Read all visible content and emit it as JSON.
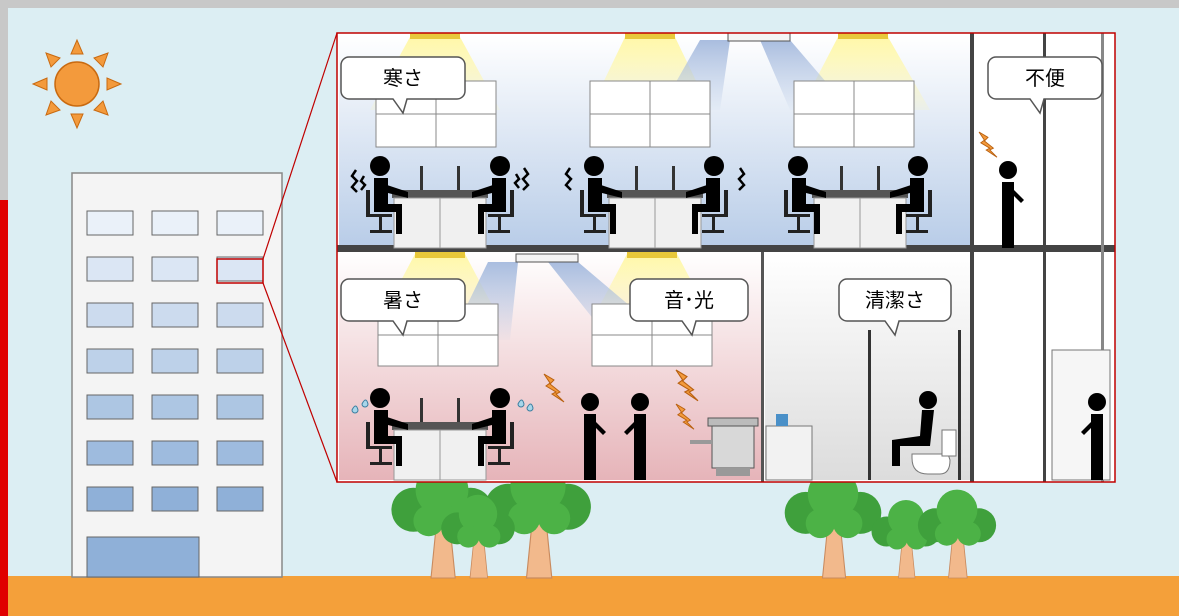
{
  "labels": {
    "cold": "寒さ",
    "inconvenience": "不便",
    "heat": "暑さ",
    "sound_light": "音･光",
    "cleanliness": "清潔さ"
  },
  "icons": {
    "sun": "sun-icon",
    "tree": "tree-icon",
    "person": "person-icon",
    "ceiling_light": "ceiling-light-icon",
    "air_conditioner": "air-conditioner-icon",
    "toilet": "toilet-icon",
    "copier": "copier-icon",
    "noise": "noise-lightning-icon",
    "shiver": "shiver-icon",
    "sweat": "sweat-drop-icon"
  },
  "colors": {
    "frame_gray": "#c8c8c8",
    "sky": "#dceef3",
    "ground": "#f4a03a",
    "accent_red": "#e00000",
    "cold_zone": "#b9cde8",
    "hot_zone": "#e8b9be",
    "tree_green": "#3fa03c",
    "trunk": "#f2b98c",
    "sun": "#f39a3c",
    "building_window": "#a8c2e2"
  }
}
